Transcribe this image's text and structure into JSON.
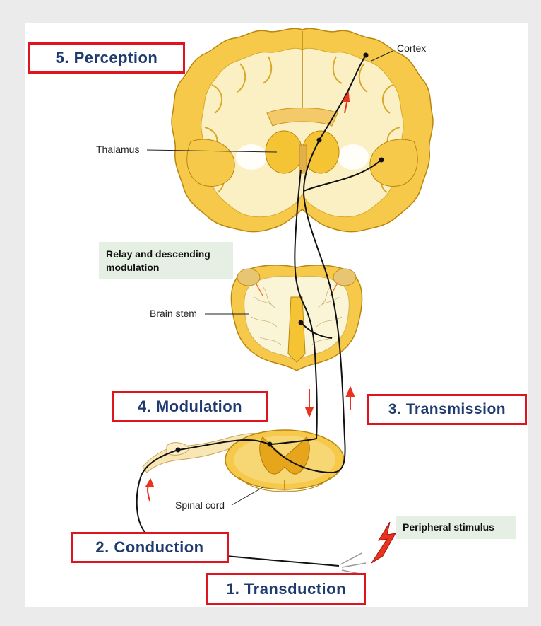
{
  "stages": {
    "perception": "5.  Perception",
    "modulation": "4.  Modulation",
    "transmission": "3. Transmission",
    "conduction": "2. Conduction",
    "transduction": "1. Transduction"
  },
  "labels": {
    "cortex": "Cortex",
    "thalamus": "Thalamus",
    "brain_stem": "Brain stem",
    "spinal_cord": "Spinal cord"
  },
  "notes": {
    "relay": "Relay and descending modulation",
    "stimulus": "Peripheral stimulus"
  },
  "colors": {
    "stage_border": "#e0141e",
    "stage_text": "#1f3a6e",
    "tissue_fill": "#faebb4",
    "tissue_outline": "#e6a91c",
    "nerve": "#111111",
    "arrow": "#e8341e"
  }
}
